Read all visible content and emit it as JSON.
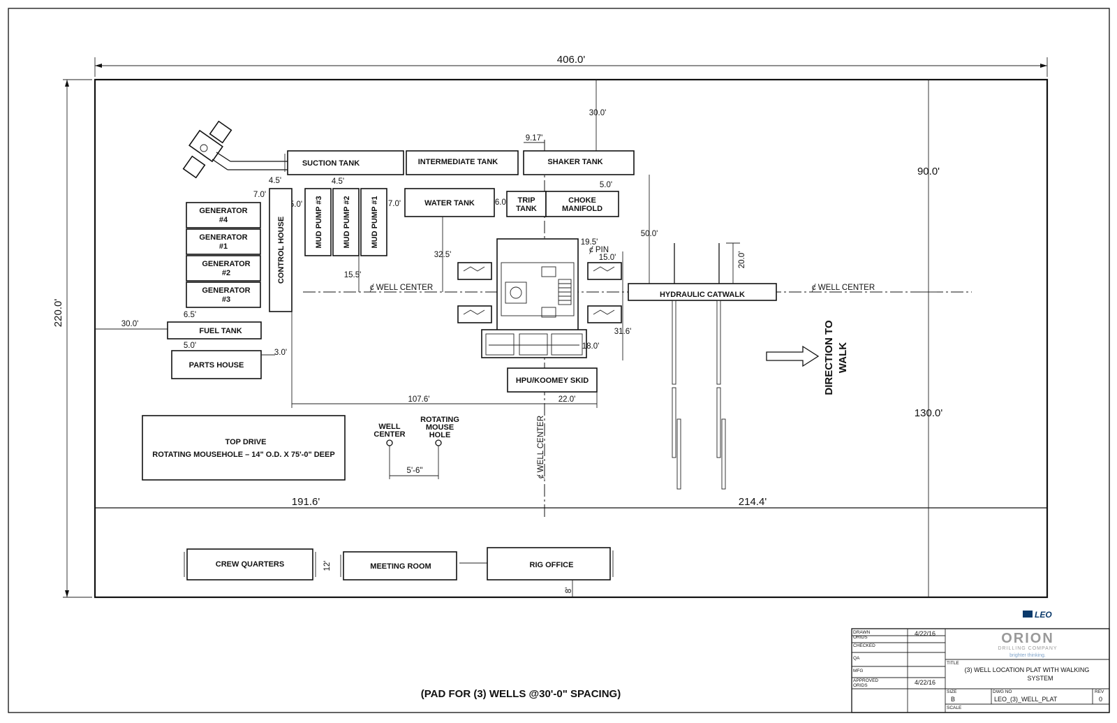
{
  "dimensions": {
    "overall_width": "406.0'",
    "overall_height": "220.0'",
    "top_offset": "30.0'",
    "shaker_gap": "9.17'",
    "right_upper": "90.0'",
    "right_lower": "130.0'",
    "suction_gap": "4.5'",
    "pump_gap": "4.5'",
    "ch_gap": "7.0'",
    "ch_pump": "5.0'",
    "pump_water": "7.0'",
    "water_trip": "6.0'",
    "shaker_choke": "5.0'",
    "water_well": "32.5'",
    "pump_well": "15.5'",
    "choke_pin": "19.5'",
    "pin_label": "ȼ PIN",
    "pin_right": "15.0'",
    "shaker_catwalk": "50.0'",
    "catwalk_up": "20.0'",
    "substructure": "31.6'",
    "hpu_off": "18.0'",
    "gen_fuel": "6.5'",
    "fuel_left": "30.0'",
    "fuel_parts": "5.0'",
    "parts_right": "3.0'",
    "ch_well": "107.6'",
    "well_hpu": "22.0'",
    "mouse_spacing": "5'-6\"",
    "bottom_left": "191.6'",
    "bottom_right": "214.4'",
    "crew_meeting": "12'",
    "office_bottom": "8'"
  },
  "equipment": {
    "suction_tank": "SUCTION TANK",
    "intermediate_tank": "INTERMEDIATE TANK",
    "shaker_tank": "SHAKER TANK",
    "water_tank": "WATER TANK",
    "trip_tank_1": "TRIP",
    "trip_tank_2": "TANK",
    "choke_1": "CHOKE",
    "choke_2": "MANIFOLD",
    "mud_pump_3": "MUD PUMP #3",
    "mud_pump_2": "MUD PUMP #2",
    "mud_pump_1": "MUD PUMP #1",
    "control_house": "CONTROL HOUSE",
    "generator_label": "GENERATOR",
    "gen4": "#4",
    "gen1": "#1",
    "gen2": "#2",
    "gen3": "#3",
    "fuel_tank": "FUEL TANK",
    "parts_house": "PARTS HOUSE",
    "hydraulic_catwalk": "HYDRAULIC CATWALK",
    "hpu_skid": "HPU/KOOMEY SKID",
    "crew_quarters": "CREW QUARTERS",
    "meeting_room": "MEETING ROOM",
    "rig_office": "RIG OFFICE",
    "top_drive_1": "TOP DRIVE",
    "top_drive_2": "ROTATING MOUSEHOLE – 14\" O.D. X 75'-0\" DEEP",
    "well_center_l1": "WELL",
    "well_center_l2": "CENTER",
    "rot_mouse_l1": "ROTATING",
    "rot_mouse_l2": "MOUSE",
    "rot_mouse_l3": "HOLE"
  },
  "centerlines": {
    "left": "ȼ WELL CENTER",
    "right": "ȼ WELL CENTER",
    "vertical": "ȼ WELL CENTER"
  },
  "walk": {
    "line1": "DIRECTION TO",
    "line2": "WALK"
  },
  "caption": "(PAD FOR (3) WELLS @30'-0\" SPACING)",
  "title_block": {
    "logo_text": "LEO",
    "company": "ORION",
    "company_sub": "DRILLING COMPANY",
    "tagline": "brighter thinking.",
    "drawn_label": "DRAWN",
    "drawn_by": "ORIDS",
    "drawn_date": "4/22/16",
    "checked_label": "CHECKED",
    "qa_label": "QA",
    "mfg_label": "MFG",
    "approved_label": "APPROVED",
    "approved_by": "ORIDS",
    "approved_date": "4/22/16",
    "title_label": "TITLE",
    "title_line1": "(3)   WELL LOCATION PLAT WITH WALKING",
    "title_line2": "SYSTEM",
    "size_label": "SIZE",
    "size": "B",
    "dwg_label": "DWG NO",
    "dwg_no": "LEO_(3)_WELL_PLAT",
    "rev_label": "REV",
    "rev": "0",
    "scale_label": "SCALE"
  }
}
